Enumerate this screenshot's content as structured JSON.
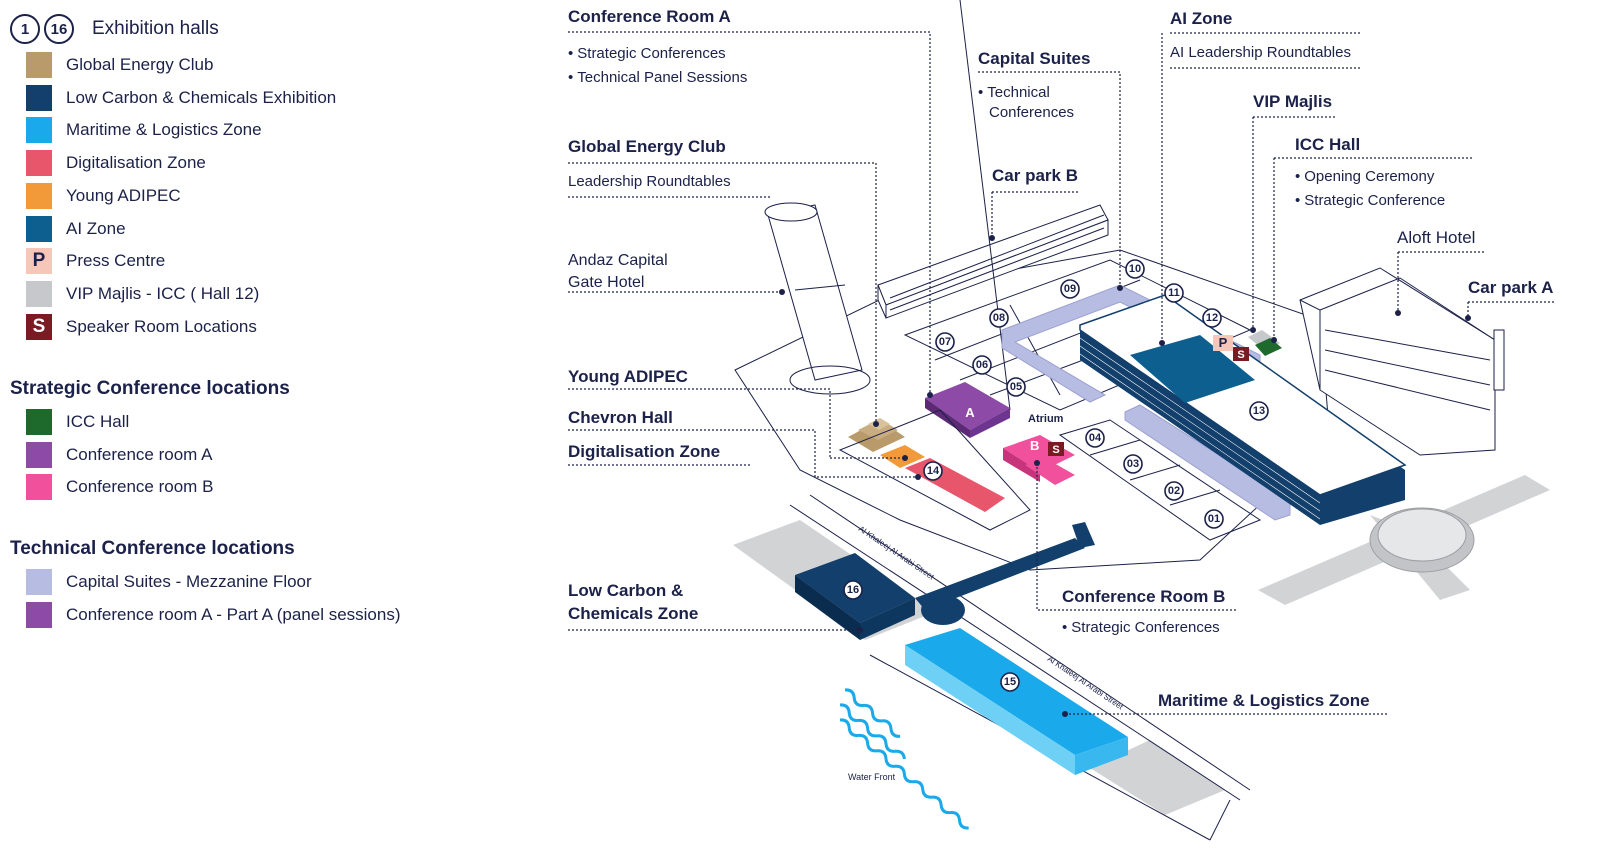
{
  "legend": {
    "range_start": "1",
    "range_end": "16",
    "exhibition_label": "Exhibition halls",
    "items": [
      {
        "label": "Global Energy Club",
        "color": "#b99a6b",
        "glyph": ""
      },
      {
        "label": "Low Carbon & Chemicals Exhibition",
        "color": "#123f6b",
        "glyph": ""
      },
      {
        "label": "Maritime & Logistics  Zone",
        "color": "#1aa9ea",
        "glyph": ""
      },
      {
        "label": "Digitalisation Zone",
        "color": "#e8566b",
        "glyph": ""
      },
      {
        "label": "Young ADIPEC",
        "color": "#f29a3a",
        "glyph": ""
      },
      {
        "label": "AI Zone",
        "color": "#0d5f8f",
        "glyph": ""
      },
      {
        "label": "Press Centre",
        "color": "#f6c6b8",
        "glyph": "P"
      },
      {
        "label": "VIP Majlis - ICC ( Hall 12)",
        "color": "#c7c8cc",
        "glyph": ""
      },
      {
        "label": "Speaker Room Locations",
        "color": "#7a1a22",
        "glyph": "S"
      }
    ],
    "strategic_title": "Strategic Conference locations",
    "strategic_items": [
      {
        "label": "ICC Hall",
        "color": "#1d6a2c"
      },
      {
        "label": "Conference room A",
        "color": "#8e4aa7"
      },
      {
        "label": "Conference room B",
        "color": "#f0509c"
      }
    ],
    "technical_title": "Technical Conference locations",
    "technical_items": [
      {
        "label": "Capital Suites - Mezzanine Floor",
        "color": "#b7bce3"
      },
      {
        "label": "Conference room A - Part A (panel sessions)",
        "color": "#8e4aa7"
      }
    ]
  },
  "map": {
    "conf_room_a": {
      "title": "Conference Room A",
      "bullets": [
        "Strategic Conferences",
        "Technical Panel Sessions"
      ]
    },
    "capital_suites": {
      "title": "Capital Suites",
      "bullets": [
        "Technical",
        "Conferences"
      ]
    },
    "ai_zone": {
      "title": "AI Zone",
      "sub": "AI Leadership Roundtables"
    },
    "vip_majlis": "VIP Majlis",
    "icc_hall": {
      "title": "ICC Hall",
      "bullets": [
        "Opening Ceremony",
        "Strategic Conference"
      ]
    },
    "aloft_hotel": "Aloft Hotel",
    "car_park_a": "Car park A",
    "car_park_b": "Car park B",
    "global_energy_club": {
      "title": "Global Energy Club",
      "sub": "Leadership  Roundtables",
      "color": "#b99a6b"
    },
    "andaz": [
      "Andaz Capital",
      "Gate Hotel"
    ],
    "young_adipec": "Young ADIPEC",
    "chevron_hall": "Chevron Hall",
    "digitalisation_zone": "Digitalisation Zone",
    "atrium": "Atrium",
    "low_carbon": [
      "Low Carbon &",
      "Chemicals Zone"
    ],
    "conf_room_b": {
      "title": "Conference Room B",
      "bullets": [
        "Strategic Conferences"
      ]
    },
    "maritime": "Maritime & Logistics Zone",
    "street_1": "Al Khaleej Al Arabi Street",
    "street_2": "Al Khaleej Al Arabi Street",
    "water_front": "Water Front",
    "room_a_letter": "A",
    "room_b_letter": "B",
    "speaker_letter": "S",
    "press_letter": "P",
    "bullet_char": "•",
    "halls": [
      "01",
      "02",
      "03",
      "04",
      "05",
      "06",
      "07",
      "08",
      "09",
      "10",
      "11",
      "12",
      "13",
      "14",
      "15",
      "16"
    ]
  }
}
